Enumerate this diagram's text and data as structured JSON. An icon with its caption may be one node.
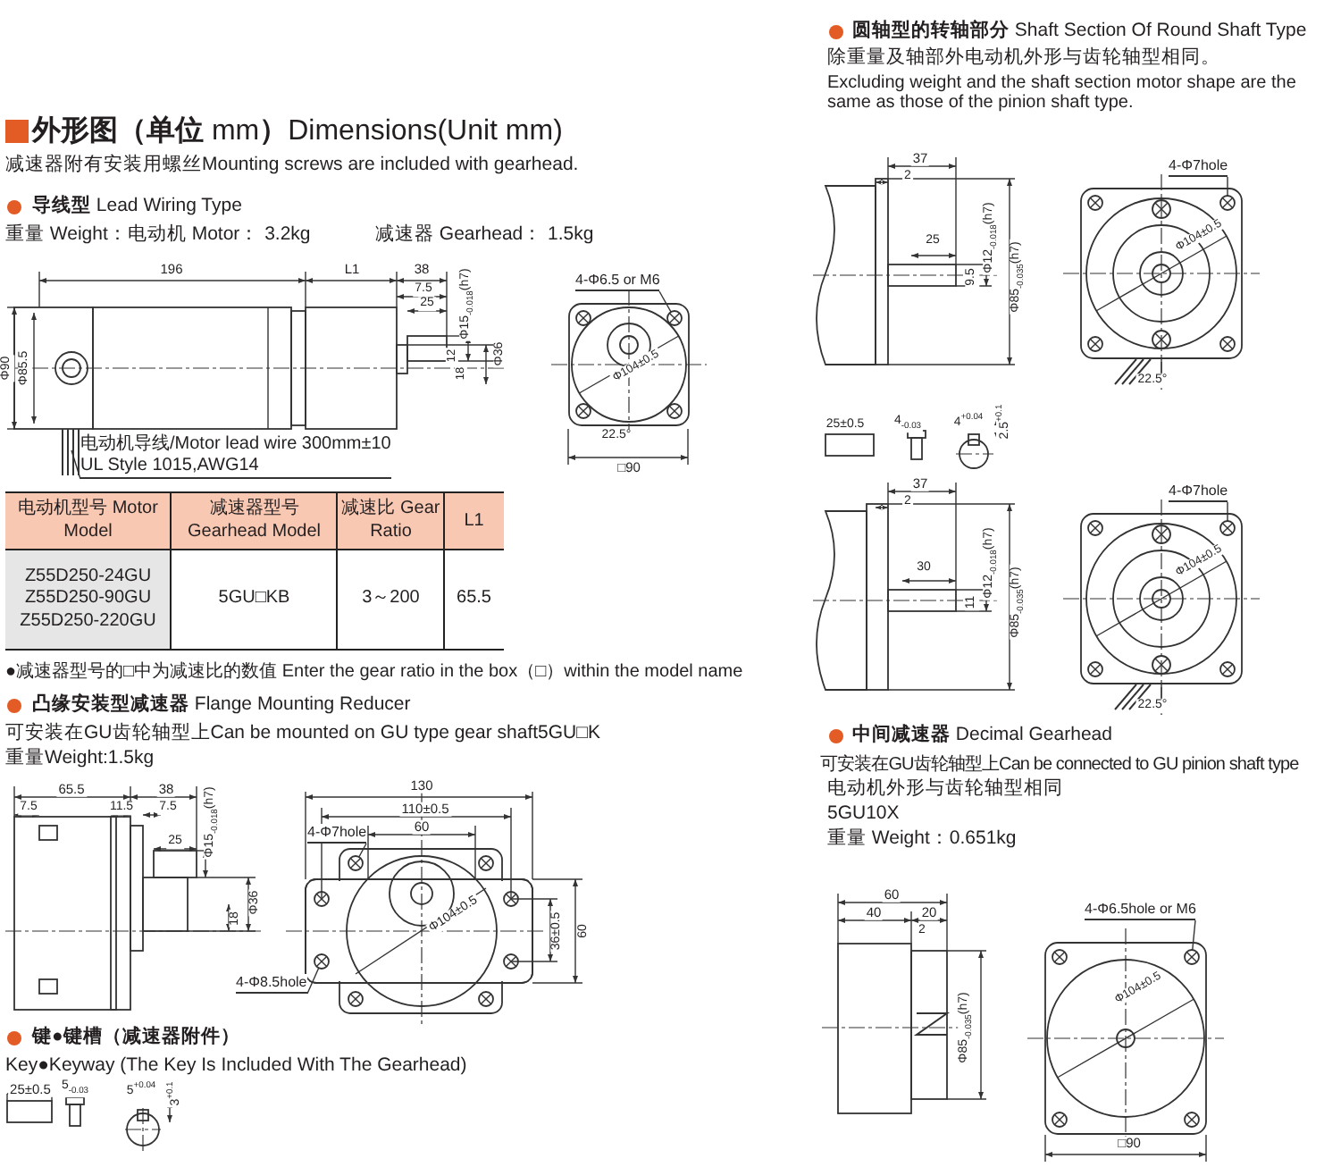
{
  "diagram": {
    "title": "**外形图（单位** mm**）**Dimensions(Unit mm)",
    "nodes": [
      {
        "text": [
          "电动机导线/Motor lead wire 300mm±10",
          "UL Style 1015,AWG14"
        ]
      },
      {
        "text": [
          "4-Φ6.5 or M6"
        ]
      },
      {
        "text": [
          "4-Φ7hole"
        ]
      },
      {
        "text": [
          "4-Φ8.5hole"
        ]
      },
      {
        "text": [
          "4-Φ7hole"
        ]
      },
      {
        "text": [
          "4-Φ7hole"
        ]
      },
      {
        "text": [
          "4-Φ6.5hole or M6"
        ]
      },
      {
        "text": [],
        "shape": "circle"
      },
      {
        "text": [],
        "shape": "circle"
      },
      {
        "text": [],
        "shape": "circle"
      },
      {
        "text": [],
        "shape": "circle"
      },
      {
        "text": [],
        "shape": "circle"
      },
      {
        "text": [],
        "shape": "circle"
      }
    ],
    "edges": [
      {
        "from": 0,
        "to": null,
        "arrow": "none"
      },
      {
        "from": 1,
        "to": 7,
        "arrow": "none"
      },
      {
        "from": 2,
        "to": 8,
        "arrow": "none"
      },
      {
        "from": 3,
        "to": 9,
        "arrow": "none"
      },
      {
        "from": 4,
        "to": 10,
        "arrow": "none"
      },
      {
        "from": 5,
        "to": 11,
        "arrow": "none"
      },
      {
        "from": 6,
        "to": 12,
        "arrow": "none"
      }
    ],
    "labels": [
      "减速器附有安装用螺丝Mounting screws are included with gearhead.",
      "**导线型** Lead Wiring Type",
      "重量 Weight：电动机 Motor： 3.2kg",
      "减速器 Gearhead： 1.5kg",
      "196",
      "L1",
      "38",
      "7.5",
      "25",
      "Φ15$_{-0.018}$(h7)",
      "12",
      "18",
      "Φ36",
      "Φ90",
      "Φ85.5",
      "Φ104±0.5",
      "22.5°",
      "□90",
      "电动机型号 Motor Model",
      "减速器型号 Gearhead Model",
      "减速比 Gear Ratio",
      "L1",
      "Z55D250-24GU Z55D250-90GU Z55D250-220GU",
      "5GU□KB",
      "3～200",
      "65.5",
      "●减速器型号的□中为减速比的数值 Enter the gear ratio in the box（□）within the model name",
      "**凸缘安装型减速器** Flange Mounting Reducer",
      "可安装在GU齿轮轴型上Can be mounted on GU type gear shaft5GU□K",
      "重量Weight:1.5kg",
      "65.5",
      "38",
      "7.5",
      "11.5",
      "7.5",
      "25",
      "Φ15$_{-0.018}$(h7)",
      "Φ36",
      "18",
      "130",
      "110±0.5",
      "60",
      "Φ104±0.5",
      "36±0.5",
      "60",
      "键●键槽（减速器附件）",
      "Key●Keyway (The Key Is Included  With The Gearhead)",
      "25±0.5",
      "5$_{-0.03}$",
      "5$^{+0.04}$",
      "3$^{+0.1}$",
      "**圆轴型的转轴部分** Shaft Section Of Round Shaft Type",
      "除重量及轴部外电动机外形与齿轮轴型相同。",
      "Excluding weight and the shaft section motor shape are the same as those of the pinion shaft type.",
      "37",
      "2",
      "25",
      "Φ12$_{-0.018}$(h7)",
      "9.5",
      "Φ85$_{-0.035}$(h7)",
      "Φ104±0.5",
      "22.5°",
      "25±0.5",
      "4$_{-0.03}$",
      "4$^{+0.04}$",
      "2.5$^{+0.1}$",
      "37",
      "2",
      "30",
      "Φ12$_{-0.018}$(h7)",
      "11",
      "Φ85$_{-0.035}$(h7)",
      "Φ104±0.5",
      "22.5°",
      "**中间减速器** Decimal Gearhead",
      "可安装在GU齿轮轴型上Can be connected to GU pinion shaft type",
      "电动机外形与齿轮轴型相同",
      "5GU10X",
      "重量 Weight：0.651kg",
      "60",
      "40",
      "20",
      "2",
      "Φ85$_{-0.035}$(h7)",
      "Φ104±0.5",
      "□90"
    ]
  }
}
